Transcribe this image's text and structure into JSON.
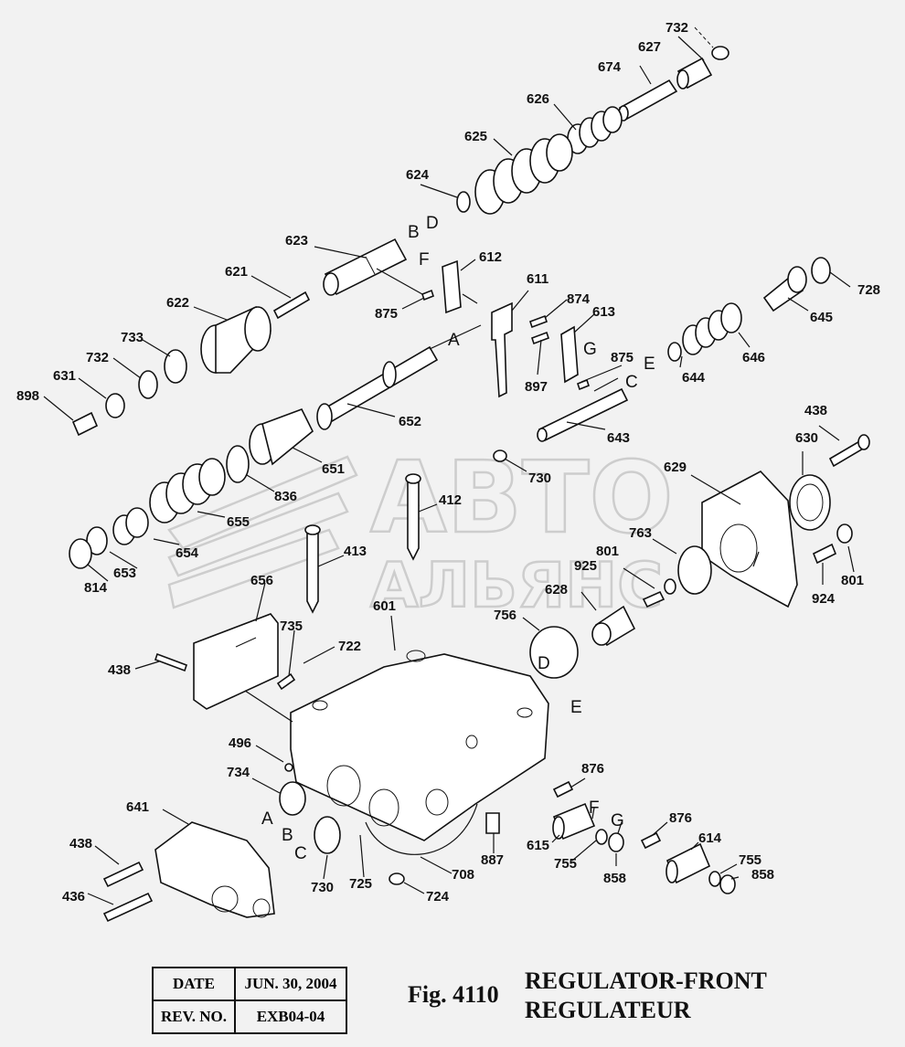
{
  "watermark": {
    "line1": "АВТО",
    "line2": "АЛЬЯНС"
  },
  "title_block": {
    "date_label": "DATE",
    "date_value": "JUN. 30, 2004",
    "rev_label": "REV. NO.",
    "rev_value": "EXB04-04"
  },
  "figure": {
    "number": "Fig. 4110",
    "title_en": "REGULATOR-FRONT",
    "title_fr": "REGULATEUR"
  },
  "callouts": [
    "732",
    "627",
    "674",
    "626",
    "625",
    "624",
    "623",
    "621",
    "622",
    "612",
    "611",
    "874",
    "613",
    "875",
    "733",
    "732",
    "631",
    "898",
    "652",
    "897",
    "875",
    "644",
    "646",
    "645",
    "728",
    "643",
    "438",
    "630",
    "730",
    "629",
    "651",
    "836",
    "412",
    "655",
    "654",
    "653",
    "814",
    "413",
    "656",
    "601",
    "763",
    "801",
    "925",
    "628",
    "924",
    "801",
    "756",
    "735",
    "722",
    "438",
    "496",
    "734",
    "641",
    "438",
    "436",
    "730",
    "725",
    "708",
    "724",
    "887",
    "876",
    "615",
    "755",
    "858",
    "876",
    "614",
    "755",
    "858"
  ],
  "letters": [
    "D",
    "B",
    "F",
    "A",
    "G",
    "E",
    "C",
    "D",
    "E",
    "A",
    "B",
    "C",
    "F",
    "G"
  ]
}
